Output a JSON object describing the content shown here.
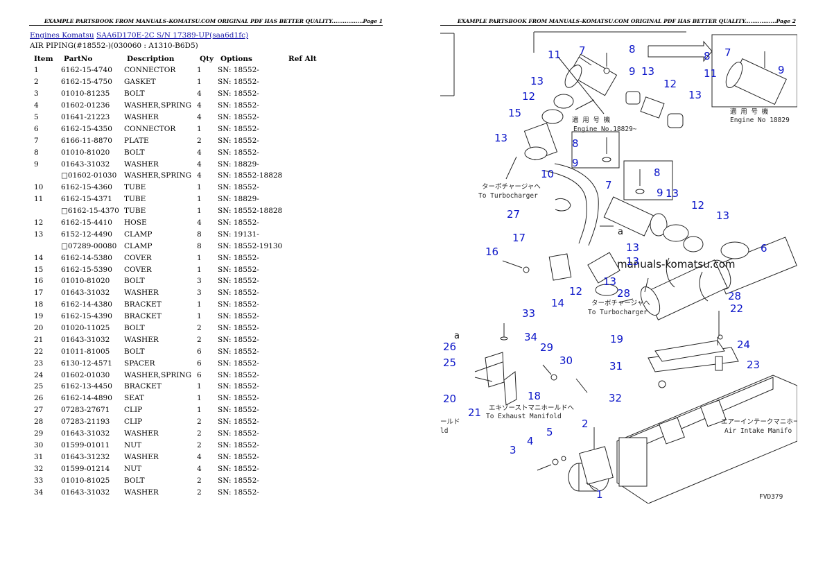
{
  "page1": {
    "header": "EXAMPLE PARTSBOOK FROM MANUALS-KOMATSU.COM ORIGINAL PDF HAS BETTER QUALITY.................Page 1",
    "breadcrumb": {
      "link1": "Engines Komatsu",
      "link2": "SAA6D170E-2C S/N 17389-UP(saa6d1fc)"
    },
    "subtitle": "AIR PIPING(#18552-)(030060 : A1310-B6D5)",
    "columns": [
      "Item",
      "PartNo",
      "Description",
      "Qty",
      "Options",
      "Ref Alt"
    ],
    "rows": [
      {
        "item": "1",
        "part": "6162-15-4740",
        "desc": "CONNECTOR",
        "qty": "1",
        "opt": "SN: 18552-"
      },
      {
        "item": "2",
        "part": "6162-15-4750",
        "desc": "GASKET",
        "qty": "1",
        "opt": "SN: 18552-"
      },
      {
        "item": "3",
        "part": "01010-81235",
        "desc": "BOLT",
        "qty": "4",
        "opt": "SN: 18552-"
      },
      {
        "item": "4",
        "part": "01602-01236",
        "desc": "WASHER,SPRING",
        "qty": "4",
        "opt": "SN: 18552-"
      },
      {
        "item": "5",
        "part": "01641-21223",
        "desc": "WASHER",
        "qty": "4",
        "opt": "SN: 18552-"
      },
      {
        "item": "6",
        "part": "6162-15-4350",
        "desc": "CONNECTOR",
        "qty": "1",
        "opt": "SN: 18552-"
      },
      {
        "item": "7",
        "part": "6166-11-8870",
        "desc": "PLATE",
        "qty": "2",
        "opt": "SN: 18552-"
      },
      {
        "item": "8",
        "part": "01010-81020",
        "desc": "BOLT",
        "qty": "4",
        "opt": "SN: 18552-"
      },
      {
        "item": "9",
        "part": "01643-31032",
        "desc": "WASHER",
        "qty": "4",
        "opt": "SN: 18829-"
      },
      {
        "item": "",
        "part": "□01602-01030",
        "desc": "WASHER,SPRING",
        "qty": "4",
        "opt": "SN: 18552-18828"
      },
      {
        "item": "10",
        "part": "6162-15-4360",
        "desc": "TUBE",
        "qty": "1",
        "opt": "SN: 18552-"
      },
      {
        "item": "11",
        "part": "6162-15-4371",
        "desc": "TUBE",
        "qty": "1",
        "opt": "SN: 18829-"
      },
      {
        "item": "",
        "part": "□6162-15-4370",
        "desc": "TUBE",
        "qty": "1",
        "opt": "SN: 18552-18828"
      },
      {
        "item": "12",
        "part": "6162-15-4410",
        "desc": "HOSE",
        "qty": "4",
        "opt": "SN: 18552-"
      },
      {
        "item": "13",
        "part": "6152-12-4490",
        "desc": "CLAMP",
        "qty": "8",
        "opt": "SN: 19131-"
      },
      {
        "item": "",
        "part": "□07289-00080",
        "desc": "CLAMP",
        "qty": "8",
        "opt": "SN: 18552-19130"
      },
      {
        "item": "14",
        "part": "6162-14-5380",
        "desc": "COVER",
        "qty": "1",
        "opt": "SN: 18552-"
      },
      {
        "item": "15",
        "part": "6162-15-5390",
        "desc": "COVER",
        "qty": "1",
        "opt": "SN: 18552-"
      },
      {
        "item": "16",
        "part": "01010-81020",
        "desc": "BOLT",
        "qty": "3",
        "opt": "SN: 18552-"
      },
      {
        "item": "17",
        "part": "01643-31032",
        "desc": "WASHER",
        "qty": "3",
        "opt": "SN: 18552-"
      },
      {
        "item": "18",
        "part": "6162-14-4380",
        "desc": "BRACKET",
        "qty": "1",
        "opt": "SN: 18552-"
      },
      {
        "item": "19",
        "part": "6162-15-4390",
        "desc": "BRACKET",
        "qty": "1",
        "opt": "SN: 18552-"
      },
      {
        "item": "20",
        "part": "01020-11025",
        "desc": "BOLT",
        "qty": "2",
        "opt": "SN: 18552-"
      },
      {
        "item": "21",
        "part": "01643-31032",
        "desc": "WASHER",
        "qty": "2",
        "opt": "SN: 18552-"
      },
      {
        "item": "22",
        "part": "01011-81005",
        "desc": "BOLT",
        "qty": "6",
        "opt": "SN: 18552-"
      },
      {
        "item": "23",
        "part": "6130-12-4571",
        "desc": "SPACER",
        "qty": "6",
        "opt": "SN: 18552-"
      },
      {
        "item": "24",
        "part": "01602-01030",
        "desc": "WASHER,SPRING",
        "qty": "6",
        "opt": "SN: 18552-"
      },
      {
        "item": "25",
        "part": "6162-13-4450",
        "desc": "BRACKET",
        "qty": "1",
        "opt": "SN: 18552-"
      },
      {
        "item": "26",
        "part": "6162-14-4890",
        "desc": "SEAT",
        "qty": "1",
        "opt": "SN: 18552-"
      },
      {
        "item": "27",
        "part": "07283-27671",
        "desc": "CLIP",
        "qty": "1",
        "opt": "SN: 18552-"
      },
      {
        "item": "28",
        "part": "07283-21193",
        "desc": "CLIP",
        "qty": "2",
        "opt": "SN: 18552-"
      },
      {
        "item": "29",
        "part": "01643-31032",
        "desc": "WASHER",
        "qty": "2",
        "opt": "SN: 18552-"
      },
      {
        "item": "30",
        "part": "01599-01011",
        "desc": "NUT",
        "qty": "2",
        "opt": "SN: 18552-"
      },
      {
        "item": "31",
        "part": "01643-31232",
        "desc": "WASHER",
        "qty": "4",
        "opt": "SN: 18552-"
      },
      {
        "item": "32",
        "part": "01599-01214",
        "desc": "NUT",
        "qty": "4",
        "opt": "SN: 18552-"
      },
      {
        "item": "33",
        "part": "01010-81025",
        "desc": "BOLT",
        "qty": "2",
        "opt": "SN: 18552-"
      },
      {
        "item": "34",
        "part": "01643-31032",
        "desc": "WASHER",
        "qty": "2",
        "opt": "SN: 18552-"
      }
    ]
  },
  "page2": {
    "header": "EXAMPLE PARTSBOOK FROM MANUALS-KOMATSU.COM ORIGINAL PDF HAS BETTER QUALITY.................Page 2",
    "watermark": "manuals-komatsu.com",
    "figure_code": "FVD379",
    "notes": {
      "engine_no_jp": "適 用 号 機",
      "engine_no_1": "Engine No.18829~",
      "engine_no_2": "Engine No 18829",
      "turbo_jp": "ターボチャージャへ",
      "turbo_en": "To Turbocharger",
      "turbo_en_2": "To Turbocharger",
      "exhaust_jp": "エキゾーストマニホールドへ",
      "exhaust_en": "To Exhaust Manifold",
      "intake_jp": "エアーインテークマニホー",
      "intake_en": "Air Intake Manifo",
      "left_jp": "ールド",
      "left_en": "ld"
    },
    "callouts": [
      "11",
      "7",
      "8",
      "9",
      "13",
      "12",
      "13",
      "13",
      "12",
      "15",
      "13",
      "7",
      "8",
      "9",
      "11",
      "8",
      "9",
      "10",
      "7",
      "8",
      "9",
      "13",
      "12",
      "13",
      "27",
      "16",
      "17",
      "13",
      "6",
      "13",
      "14",
      "12",
      "28",
      "28",
      "22",
      "33",
      "34",
      "19",
      "24",
      "26",
      "29",
      "30",
      "25",
      "31",
      "23",
      "32",
      "20",
      "21",
      "18",
      "2",
      "5",
      "4",
      "3",
      "1",
      "a",
      "a",
      "13"
    ]
  }
}
